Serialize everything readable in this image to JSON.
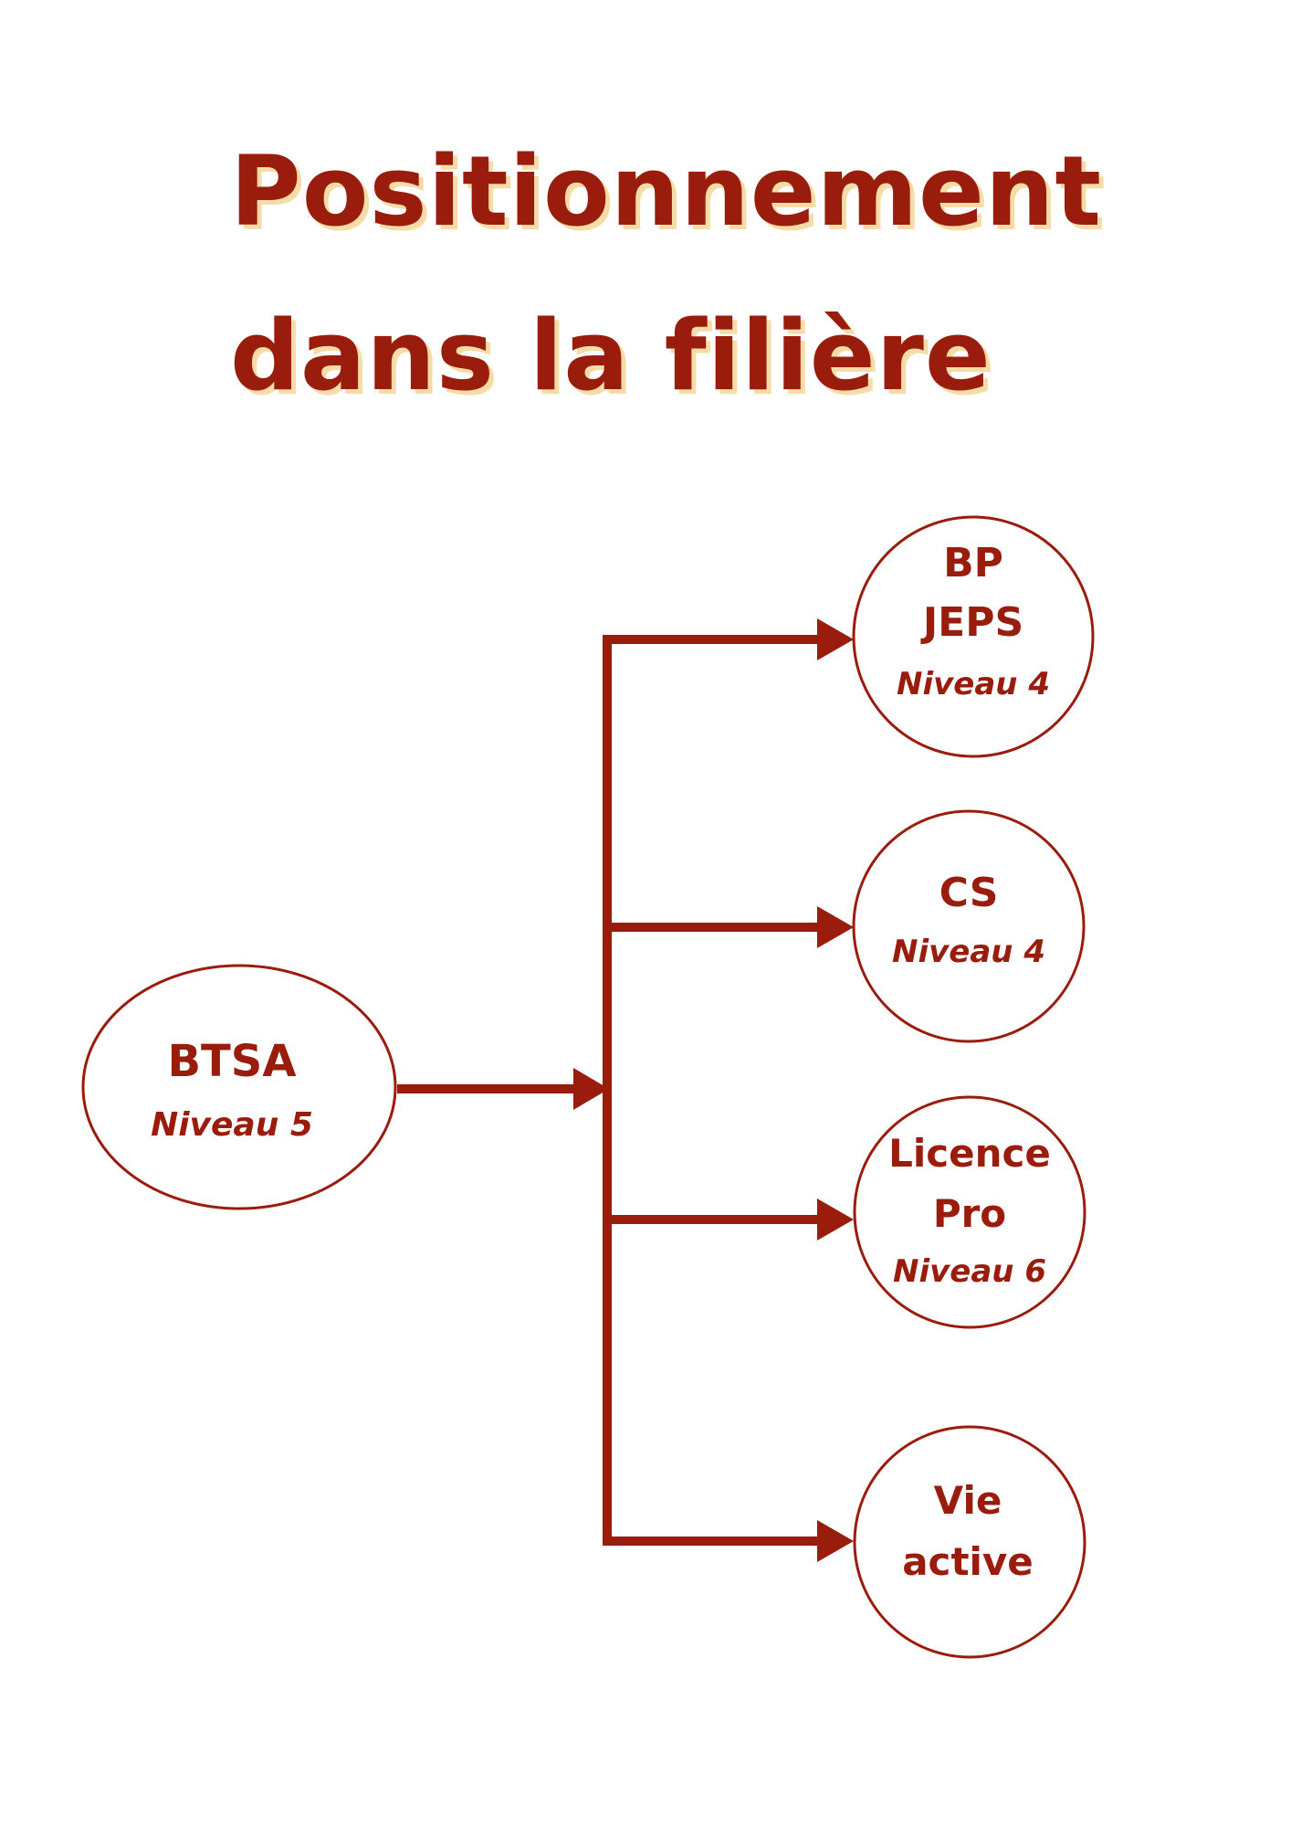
{
  "title": {
    "line1": "Positionnement",
    "line2": "dans la filière"
  },
  "colors": {
    "primary": "#9a1c0c",
    "title_shadow": "#f6dca6",
    "background": "#ffffff"
  },
  "source": {
    "line1": "BTSA",
    "line2": "Niveau 5"
  },
  "targets": [
    {
      "line1": "BP",
      "line2": "JEPS",
      "line3": "Niveau 4"
    },
    {
      "line1": "CS",
      "line2": "Niveau 4"
    },
    {
      "line1": "Licence",
      "line2": "Pro",
      "line3": "Niveau 6"
    },
    {
      "line1": "Vie",
      "line2": "active"
    }
  ]
}
